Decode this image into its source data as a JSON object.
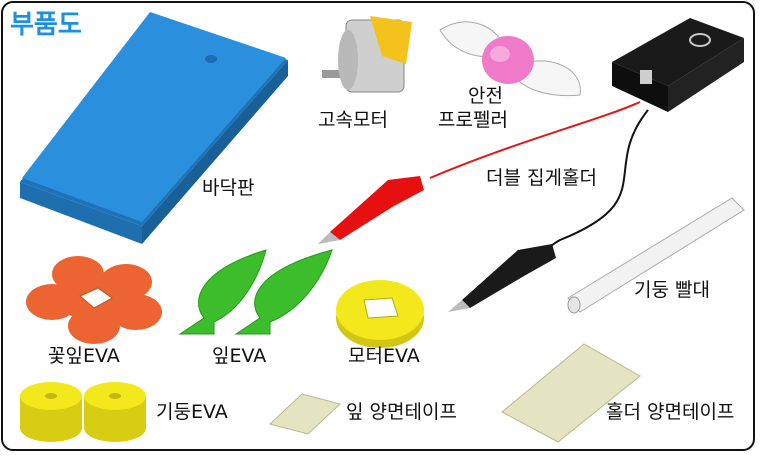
{
  "title": "부품도",
  "colors": {
    "title": "#1e90e0",
    "base": "#2a8fdc",
    "flower": "#ec6432",
    "leaf": "#3cbd2c",
    "yellow": "#f3e81c",
    "tape": "#e4e4c2",
    "red_clip": "#e61010",
    "black_clip": "#1a1a1a"
  },
  "parts": {
    "base_plate": "바닥판",
    "motor": "고속모터",
    "propeller": [
      "안전",
      "프로펠러"
    ],
    "clip_holder": "더블 집게홀더",
    "pillar_straw": "기둥 빨대",
    "flower_leaf_eva": "꽃잎EVA",
    "leaf_eva": "잎EVA",
    "motor_eva": "모터EVA",
    "pillar_eva": "기둥EVA",
    "leaf_tape": "잎 양면테이프",
    "holder_tape": "홀더 양면테이프"
  }
}
